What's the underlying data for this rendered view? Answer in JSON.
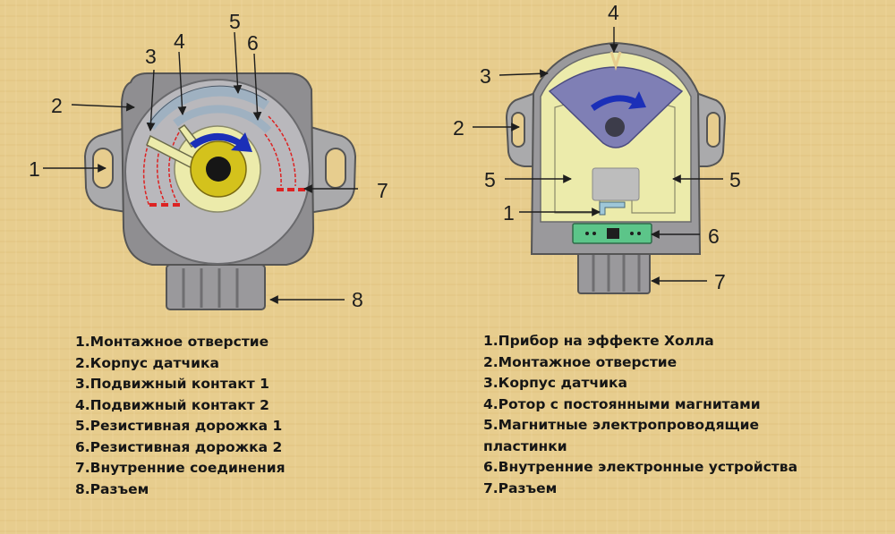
{
  "left_sensor": {
    "callouts": [
      "1",
      "2",
      "3",
      "4",
      "5",
      "6",
      "7",
      "8"
    ],
    "legend": [
      "1.Монтажное отверстие",
      "2.Корпус датчика",
      "3.Подвижный контакт 1",
      "4.Подвижный контакт 2",
      "5.Резистивная дорожка 1",
      "6.Резистивная дорожка 2",
      "7.Внутренние соединения",
      "8.Разъем"
    ]
  },
  "right_sensor": {
    "callouts": [
      "4",
      "3",
      "2",
      "5",
      "5",
      "1",
      "6",
      "7"
    ],
    "legend": [
      "1.Прибор на эффекте Холла",
      "2.Монтажное отверстие",
      "3.Корпус датчика",
      "4.Ротор с постоянными магнитами",
      "5.Магнитные электропроводящие\nпластинки",
      "6.Внутренние электронные устройства",
      "7.Разъем"
    ]
  },
  "colors": {
    "background": "#e7cd8e",
    "housing": "#8f8e91",
    "housing_light": "#b9b8bc",
    "rotor_plate": "#ecebab",
    "track": "#9fb1c1",
    "wiring": "#dd2222",
    "arrow": "#1b2fb8",
    "magnet_rotor": "#7f7fb5",
    "circuit_board": "#5cc589"
  }
}
